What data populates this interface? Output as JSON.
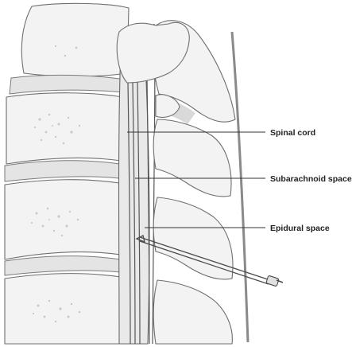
{
  "labels": {
    "spinal_cord": "Spinal cord",
    "subarachnoid_space": "Subarachnoid space",
    "epidural_space": "Epidural space"
  },
  "colors": {
    "bone_fill": "#f3f3f3",
    "outline": "#6f6f6f",
    "text": "#222222"
  }
}
